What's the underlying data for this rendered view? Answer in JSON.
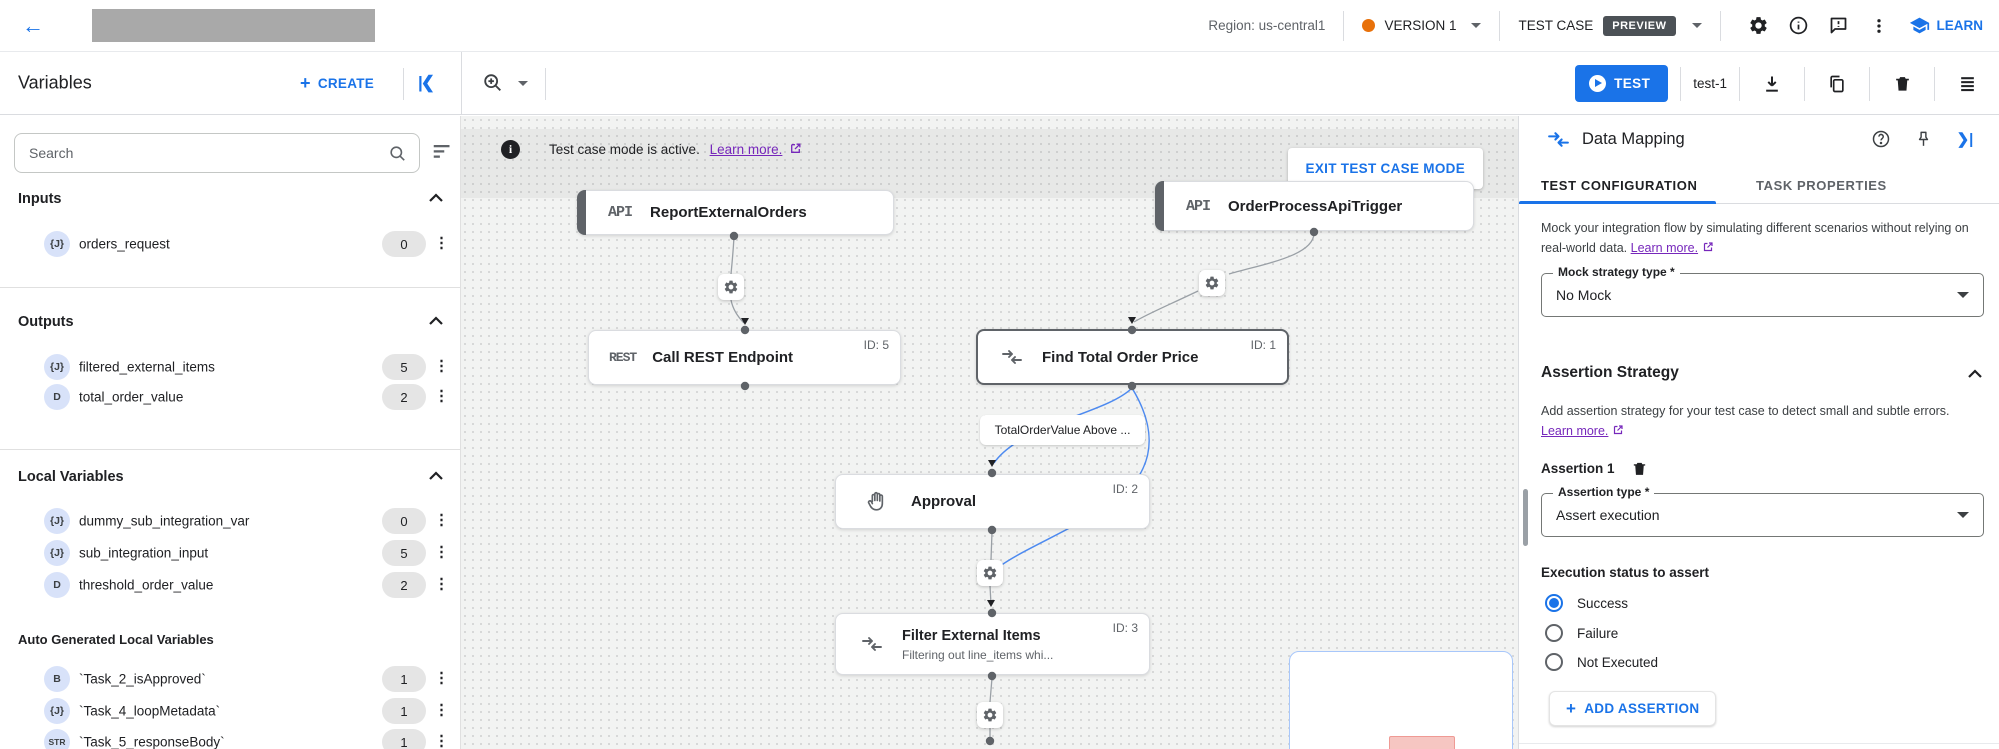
{
  "topbar": {
    "region": "Region: us-central1",
    "version": {
      "label": "VERSION 1",
      "status_color": "#e8710a"
    },
    "test_case_label": "TEST CASE",
    "preview_badge": "PREVIEW",
    "learn_label": "LEARN"
  },
  "toolbar": {
    "title": "Variables",
    "create_label": "CREATE",
    "test_button": "TEST",
    "test_case_name": "test-1"
  },
  "sidebar": {
    "search_placeholder": "Search",
    "inputs": {
      "heading": "Inputs",
      "items": [
        {
          "type": "{J}",
          "name": "orders_request",
          "count": "0"
        }
      ]
    },
    "outputs": {
      "heading": "Outputs",
      "items": [
        {
          "type": "{J}",
          "name": "filtered_external_items",
          "count": "5"
        },
        {
          "type": "D",
          "name": "total_order_value",
          "count": "2"
        }
      ]
    },
    "locals": {
      "heading": "Local Variables",
      "items": [
        {
          "type": "{J}",
          "name": "dummy_sub_integration_var",
          "count": "0"
        },
        {
          "type": "{J}",
          "name": "sub_integration_input",
          "count": "5"
        },
        {
          "type": "D",
          "name": "threshold_order_value",
          "count": "2"
        }
      ]
    },
    "auto": {
      "heading": "Auto Generated Local Variables",
      "items": [
        {
          "type": "B",
          "name": "`Task_2_isApproved`",
          "count": "1"
        },
        {
          "type": "{J}",
          "name": "`Task_4_loopMetadata`",
          "count": "1"
        },
        {
          "type": "STR",
          "name": "`Task_5_responseBody`",
          "count": "1"
        }
      ]
    }
  },
  "canvas": {
    "banner": {
      "message": "Test case mode is active.",
      "learn_more": "Learn more.",
      "exit_button": "EXIT TEST CASE MODE"
    },
    "edge_label": "TotalOrderValue Above ...",
    "nodes": {
      "report": {
        "badge": "API",
        "title": "ReportExternalOrders"
      },
      "trigger": {
        "badge": "API",
        "title": "OrderProcessApiTrigger"
      },
      "rest": {
        "badge": "REST",
        "title": "Call REST Endpoint",
        "id": "ID: 5"
      },
      "find": {
        "title": "Find Total Order Price",
        "id": "ID: 1"
      },
      "approval": {
        "title": "Approval",
        "id": "ID: 2"
      },
      "filter": {
        "title": "Filter External Items",
        "id": "ID: 3",
        "subtitle": "Filtering out line_items whi..."
      }
    }
  },
  "panel": {
    "title": "Data Mapping",
    "tabs": {
      "test_configuration": "TEST CONFIGURATION",
      "task_properties": "TASK PROPERTIES"
    },
    "mock": {
      "description": "Mock your integration flow by simulating different scenarios without relying on real-world data.",
      "learn_more": "Learn more.",
      "field_label": "Mock strategy type *",
      "value": "No Mock"
    },
    "assertion": {
      "heading": "Assertion Strategy",
      "description": "Add assertion strategy for your test case to detect small and subtle errors.",
      "learn_more": "Learn more.",
      "item_title": "Assertion 1",
      "type_label": "Assertion type *",
      "type_value": "Assert execution",
      "status_heading": "Execution status to assert",
      "options": [
        {
          "label": "Success",
          "selected": true
        },
        {
          "label": "Failure",
          "selected": false
        },
        {
          "label": "Not Executed",
          "selected": false
        }
      ],
      "add_button": "ADD ASSERTION"
    }
  },
  "colors": {
    "accent_blue": "#1a73e8",
    "link_purple": "#7627bb",
    "status_orange": "#e8710a"
  }
}
